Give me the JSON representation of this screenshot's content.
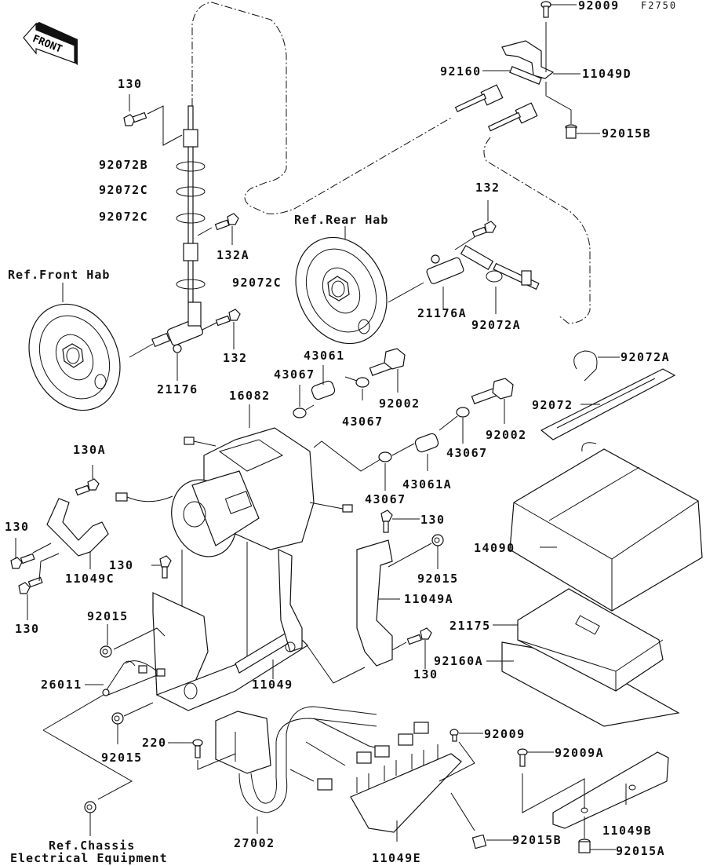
{
  "diagram": {
    "figure_code": "F2750",
    "front_indicator": "FRONT",
    "references": {
      "front_hub": "Ref.Front Hab",
      "rear_hub": "Ref.Rear Hab",
      "chassis_line1": "Ref.Chassis",
      "chassis_line2": "Electrical Equipment"
    },
    "parts": {
      "p92009_top": "92009",
      "p92160": "92160",
      "p11049D": "11049D",
      "p92015B_top": "92015B",
      "p130_top": "130",
      "p92072B": "92072B",
      "p92072C_1": "92072C",
      "p92072C_2": "92072C",
      "p132A": "132A",
      "p92072C_3": "92072C",
      "p132_top": "132",
      "p21176A": "21176A",
      "p92072A_mid": "92072A",
      "p132_left": "132",
      "p21176": "21176",
      "p43061": "43061",
      "p43067_1": "43067",
      "p92002_1": "92002",
      "p43067_2": "43067",
      "p16082": "16082",
      "p92072A_right": "92072A",
      "p92072": "92072",
      "p92002_2": "92002",
      "p43067_3": "43067",
      "p43067_4": "43067",
      "p43061A": "43061A",
      "p130A": "130A",
      "p130_left1": "130",
      "p11049C": "11049C",
      "p130_left2": "130",
      "p130_mid": "130",
      "p130_bracket": "130",
      "p92015_right": "92015",
      "p14090": "14090",
      "p11049A": "11049A",
      "p92015_left": "92015",
      "p21175": "21175",
      "p130_low": "130",
      "p92160A": "92160A",
      "p26011": "26011",
      "p11049": "11049",
      "p220": "220",
      "p92015_low": "92015",
      "p92009_low": "92009",
      "p92009A": "92009A",
      "p11049B": "11049B",
      "p27002": "27002",
      "p11049E": "11049E",
      "p92015B_low": "92015B",
      "p92015A": "92015A"
    }
  }
}
